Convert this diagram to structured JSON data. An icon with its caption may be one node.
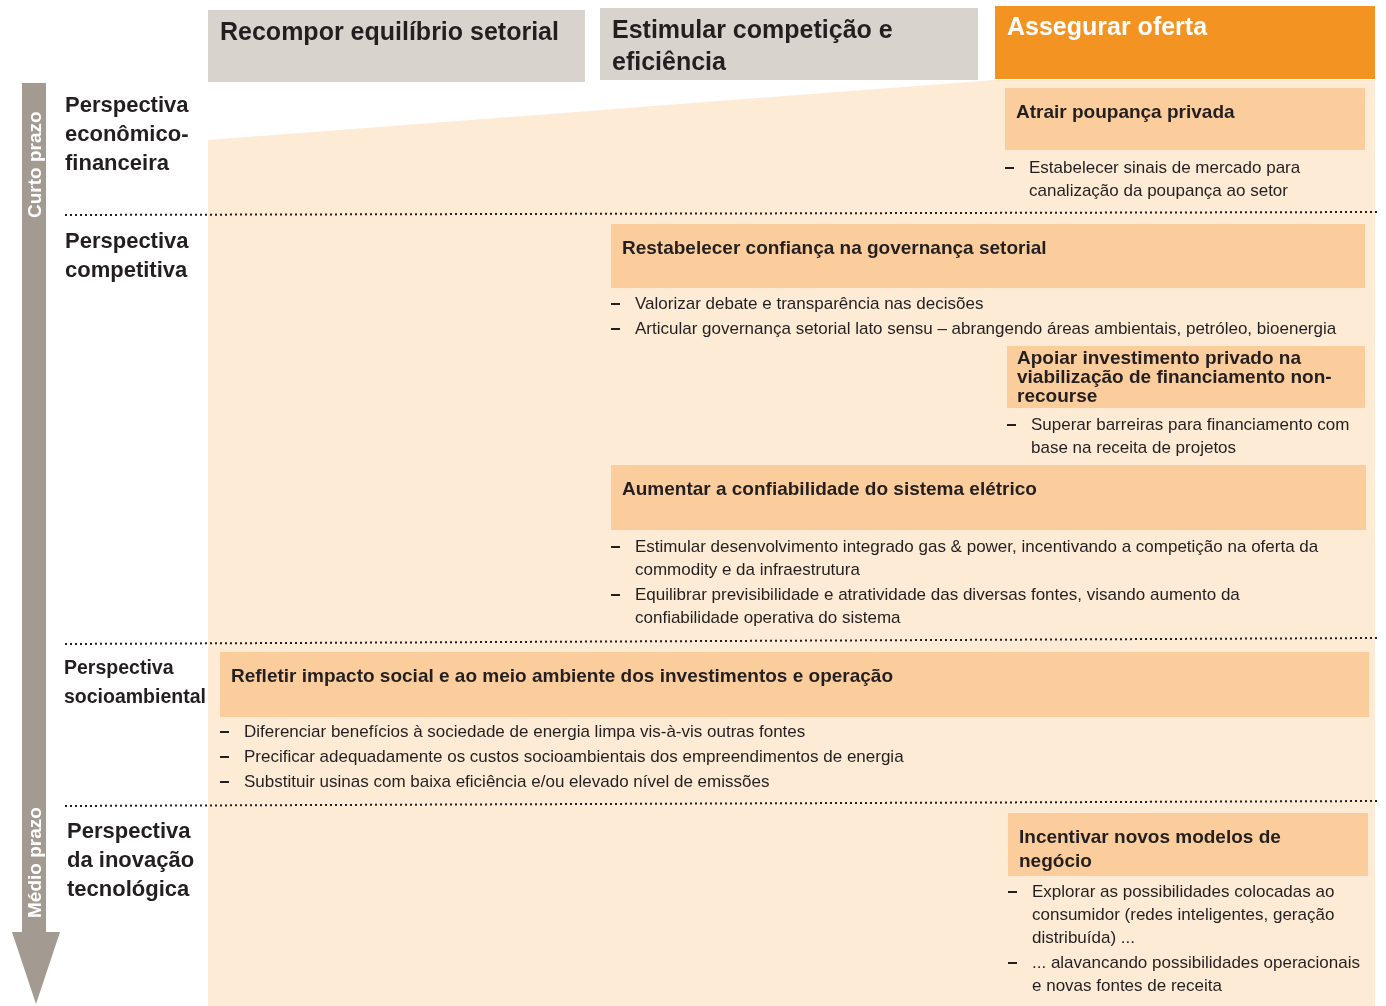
{
  "diagram": {
    "nodes": [
      {
        "text": [
          "Recompor equilíbrio setorial"
        ]
      },
      {
        "text": [
          "Estimular competição e eficiência"
        ]
      },
      {
        "text": [
          "Assegurar oferta"
        ]
      },
      {
        "text": [
          "Perspectiva econômico-financeira"
        ]
      },
      {
        "text": [
          "Perspectiva competitiva"
        ]
      },
      {
        "text": [
          "Perspectiva socioambiental"
        ]
      },
      {
        "text": [
          "Perspectiva da inovação tecnológica"
        ]
      },
      {
        "text": [
          "Atrair poupança privada"
        ],
        "beside": [
          "Estabelecer sinais de mercado para canalização da poupança ao setor"
        ]
      },
      {
        "text": [
          "Restabelecer confiança na governança setorial"
        ],
        "beside": [
          "Valorizar debate e transparência  nas decisões",
          "Articular governança setorial lato sensu – abrangendo áreas ambientais, petróleo, bioenergia"
        ]
      },
      {
        "text": [
          "Apoiar investimento privado na viabilização de financiamento non-recourse"
        ],
        "beside": [
          "Superar barreiras para financiamento com base na receita de projetos"
        ]
      },
      {
        "text": [
          "Aumentar a confiabilidade do sistema elétrico"
        ],
        "beside": [
          "Estimular desenvolvimento integrado gas & power, incentivando a competição na oferta da commodity e da infraestrutura",
          "Equilibrar previsibilidade e atratividade das diversas fontes, visando aumento da confiabilidade operativa do sistema"
        ]
      },
      {
        "text": [
          "Refletir impacto social e ao meio ambiente dos investimentos e operação"
        ],
        "beside": [
          "Diferenciar benefícios à sociedade de energia limpa vis-à-vis outras fontes",
          "Precificar adequadamente os custos socioambientais dos empreendimentos de energia",
          "Substituir usinas com baixa eficiência e/ou elevado nível de emissões"
        ]
      },
      {
        "text": [
          "Incentivar novos modelos de negócio"
        ],
        "beside": [
          "Explorar as possibilidades colocadas ao consumidor (redes inteligentes, geração distribuída) ...",
          "... alavancando possibilidades operacionais e novas fontes de receita"
        ]
      }
    ],
    "labels": [
      "Curto prazo",
      "Médio prazo"
    ]
  }
}
